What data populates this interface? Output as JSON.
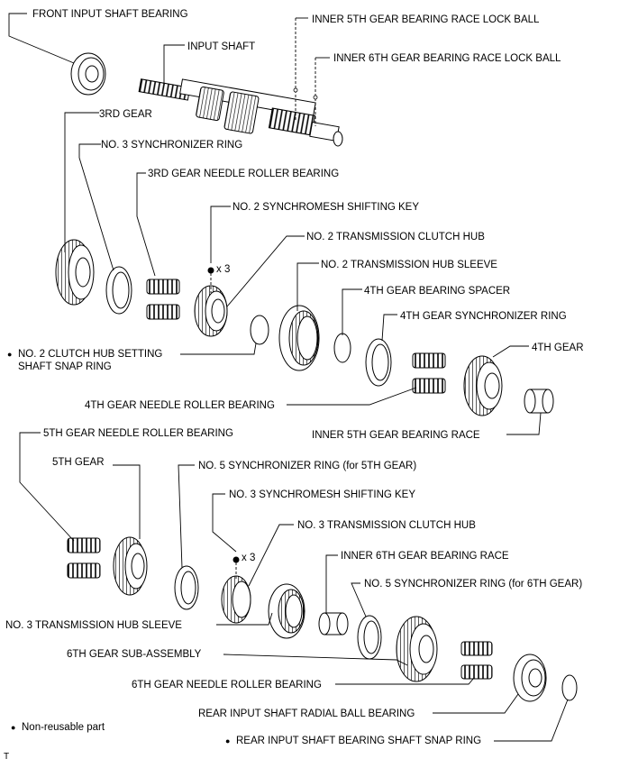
{
  "labels": {
    "front_input_shaft_bearing": "FRONT INPUT SHAFT BEARING",
    "input_shaft": "INPUT SHAFT",
    "inner_5th_lock_ball": "INNER 5TH GEAR BEARING RACE LOCK BALL",
    "inner_6th_lock_ball": "INNER 6TH GEAR BEARING RACE LOCK BALL",
    "third_gear": "3RD GEAR",
    "no3_sync_ring": "NO. 3 SYNCHRONIZER RING",
    "third_needle_bearing": "3RD GEAR NEEDLE ROLLER BEARING",
    "no2_shifting_key": "NO. 2 SYNCHROMESH SHIFTING KEY",
    "no2_clutch_hub": "NO. 2 TRANSMISSION CLUTCH HUB",
    "no2_hub_sleeve": "NO. 2 TRANSMISSION HUB SLEEVE",
    "fourth_bearing_spacer": "4TH GEAR BEARING SPACER",
    "fourth_sync_ring": "4TH GEAR SYNCHRONIZER RING",
    "fourth_gear": "4TH GEAR",
    "no2_snap_ring_line1": "NO. 2 CLUTCH HUB SETTING",
    "no2_snap_ring_line2": "SHAFT SNAP RING",
    "fourth_needle_bearing": "4TH GEAR NEEDLE ROLLER BEARING",
    "inner_5th_race": "INNER 5TH GEAR BEARING RACE",
    "fifth_needle_bearing": "5TH GEAR NEEDLE ROLLER BEARING",
    "fifth_gear": "5TH GEAR",
    "no5_sync_ring_5th": "NO. 5 SYNCHRONIZER RING (for 5TH GEAR)",
    "no3_shifting_key": "NO. 3 SYNCHROMESH SHIFTING KEY",
    "no3_clutch_hub": "NO. 3 TRANSMISSION CLUTCH HUB",
    "inner_6th_race": "INNER 6TH GEAR BEARING RACE",
    "no5_sync_ring_6th": "NO. 5 SYNCHRONIZER RING (for 6TH GEAR)",
    "no3_hub_sleeve": "NO. 3 TRANSMISSION HUB SLEEVE",
    "sixth_gear_sub": "6TH GEAR SUB-ASSEMBLY",
    "sixth_needle_bearing": "6TH GEAR NEEDLE ROLLER BEARING",
    "rear_radial_bearing": "REAR INPUT SHAFT RADIAL BALL BEARING",
    "rear_snap_ring": "REAR INPUT SHAFT BEARING SHAFT SNAP RING",
    "x3_upper": "x 3",
    "x3_lower": "x 3",
    "legend_text": "Non-reusable part",
    "corner_mark": "T"
  },
  "symbols": {
    "non_reusable": "●"
  }
}
